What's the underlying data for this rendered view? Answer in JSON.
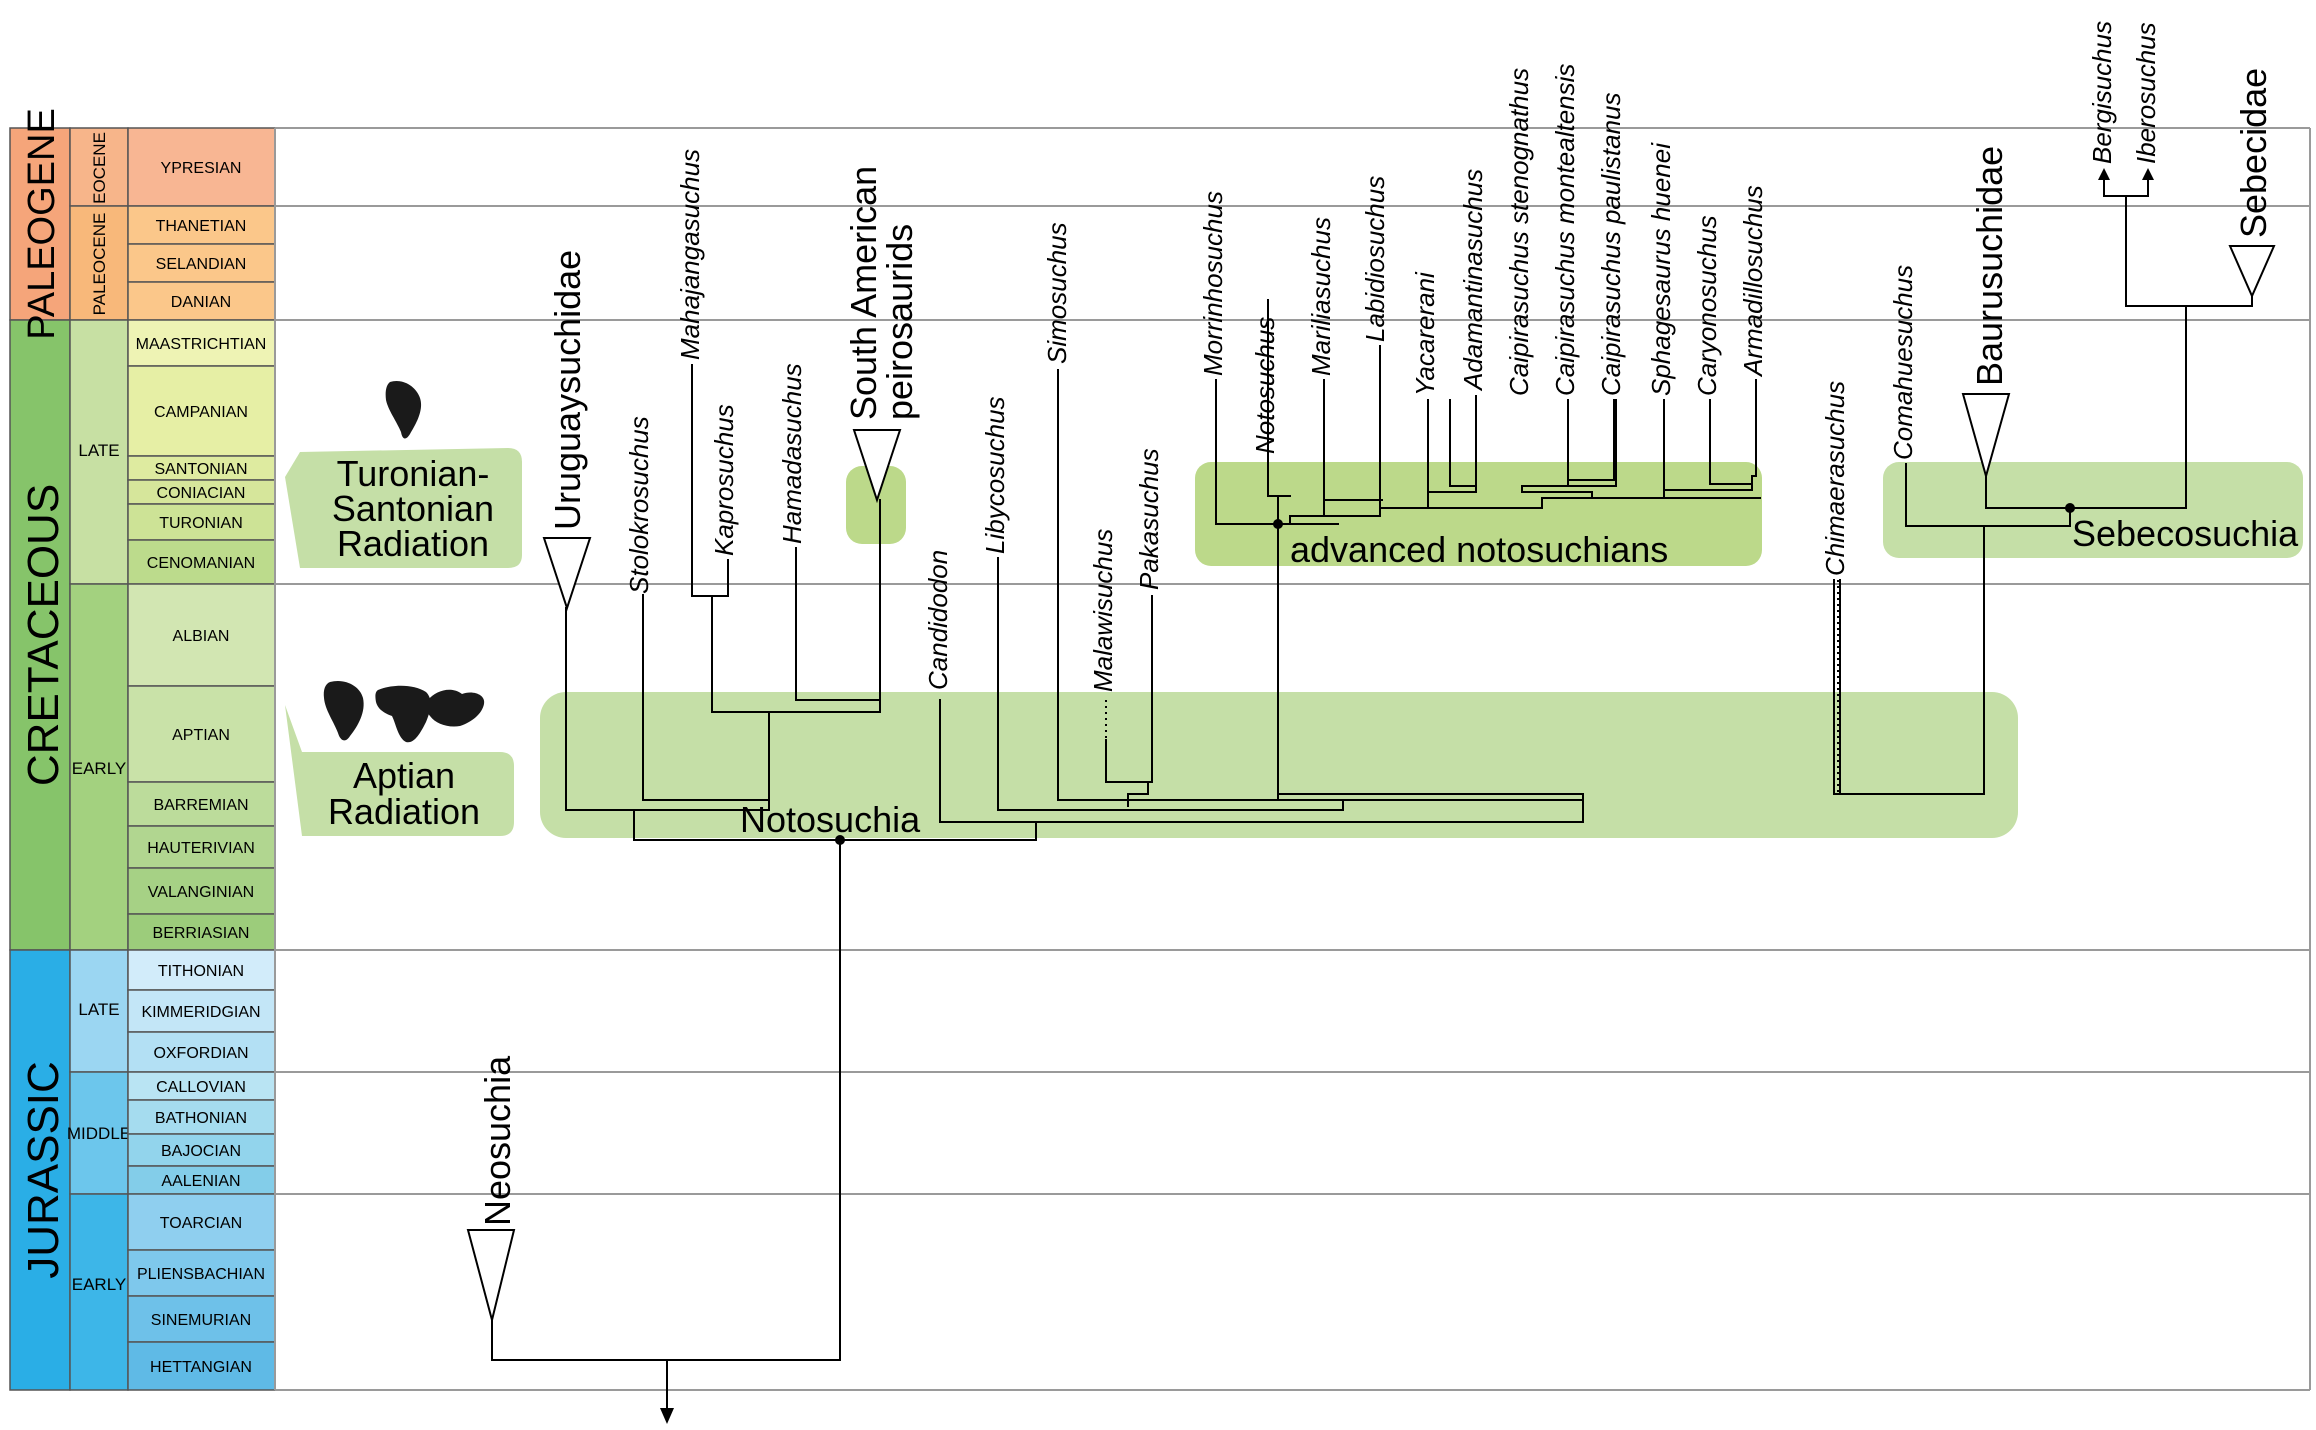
{
  "timescale": {
    "periods": [
      {
        "name": "PALEOGENE",
        "color": "#f5a57a"
      },
      {
        "name": "CRETACEOUS",
        "color": "#86c46a"
      },
      {
        "name": "JURASSIC",
        "color": "#2aaee6"
      }
    ],
    "epochs": [
      {
        "name": "EOCENE",
        "color": "#f7b58a"
      },
      {
        "name": "PALEOCENE",
        "color": "#f8b87a"
      },
      {
        "name": "LATE",
        "color": "#c7e0a3"
      },
      {
        "name": "EARLY",
        "color": "#a3d17f"
      },
      {
        "name": "LATE",
        "color": "#9bd6f2"
      },
      {
        "name": "MIDDLE",
        "color": "#6cc6ec"
      },
      {
        "name": "EARLY",
        "color": "#3db6e8"
      }
    ],
    "stages": [
      {
        "name": "YPRESIAN",
        "color": "#f8b693"
      },
      {
        "name": "THANETIAN",
        "color": "#fbc78a"
      },
      {
        "name": "SELANDIAN",
        "color": "#fbc78a"
      },
      {
        "name": "DANIAN",
        "color": "#fbc78a"
      },
      {
        "name": "MAASTRICHTIAN",
        "color": "#eef3b4"
      },
      {
        "name": "CAMPANIAN",
        "color": "#e6efa5"
      },
      {
        "name": "SANTONIAN",
        "color": "#deeba0"
      },
      {
        "name": "CONIACIAN",
        "color": "#d6e69b"
      },
      {
        "name": "TURONIAN",
        "color": "#cde396"
      },
      {
        "name": "CENOMANIAN",
        "color": "#bcdb8c"
      },
      {
        "name": "ALBIAN",
        "color": "#d2e6b2"
      },
      {
        "name": "APTIAN",
        "color": "#c9e2a8"
      },
      {
        "name": "BARREMIAN",
        "color": "#bcdc9b"
      },
      {
        "name": "HAUTERIVIAN",
        "color": "#b1d690"
      },
      {
        "name": "VALANGINIAN",
        "color": "#a6d185"
      },
      {
        "name": "BERRIASIAN",
        "color": "#9ccc7b"
      },
      {
        "name": "TITHONIAN",
        "color": "#d2ecfa"
      },
      {
        "name": "KIMMERIDGIAN",
        "color": "#c3e6f7"
      },
      {
        "name": "OXFORDIAN",
        "color": "#b3e0f4"
      },
      {
        "name": "CALLOVIAN",
        "color": "#b9e4f3"
      },
      {
        "name": "BATHONIAN",
        "color": "#a5dcef"
      },
      {
        "name": "BAJOCIAN",
        "color": "#92d4ec"
      },
      {
        "name": "AALENIAN",
        "color": "#83cde9"
      },
      {
        "name": "TOARCIAN",
        "color": "#8fcfef"
      },
      {
        "name": "PLIENSBACHIAN",
        "color": "#7ec8ec"
      },
      {
        "name": "SINEMURIAN",
        "color": "#6ec1e9"
      },
      {
        "name": "HETTANGIAN",
        "color": "#5fbae6"
      }
    ]
  },
  "radiations": {
    "turonian_santonian": [
      "Turonian-",
      "Santonian",
      "Radiation"
    ],
    "aptian": [
      "Aptian",
      "Radiation"
    ]
  },
  "clades": {
    "notosuchia": "Notosuchia",
    "advanced": "advanced notosuchians",
    "sebecosuchia": "Sebecosuchia",
    "neosuchia": "Neosuchia",
    "uruguaysuchidae": "Uruguaysuchidae",
    "south_american_1": "South American",
    "south_american_2": "peirosaurids",
    "baurusuchidae": "Baurusuchidae",
    "sebecidae": "Sebecidae"
  },
  "taxa": [
    "Stolokrosuchus",
    "Mahajangasuchus",
    "Kaprosuchus",
    "Hamadasuchus",
    "Candidodon",
    "Libycosuchus",
    "Simosuchus",
    "Malawisuchus",
    "Pakasuchus",
    "Morrinhosuchus",
    "Notosuchus",
    "Mariliasuchus",
    "Labidiosuchus",
    "Yacarerani",
    "Adamantinasuchus",
    "Caipirasuchus stenognathus",
    "Caipirasuchus montealtensis",
    "Caipirasuchus paulistanus",
    "Sphagesaurus huenei",
    "Caryonosuchus",
    "Armadillosuchus",
    "Chimaerasuchus",
    "Comahuesuchus",
    "Bergisuchus",
    "Iberosuchus"
  ],
  "colors": {
    "highlight": "#c5dfa7",
    "highlight_advanced": "#bcd98a",
    "grid": "#9a9a9a",
    "line": "#000000"
  }
}
